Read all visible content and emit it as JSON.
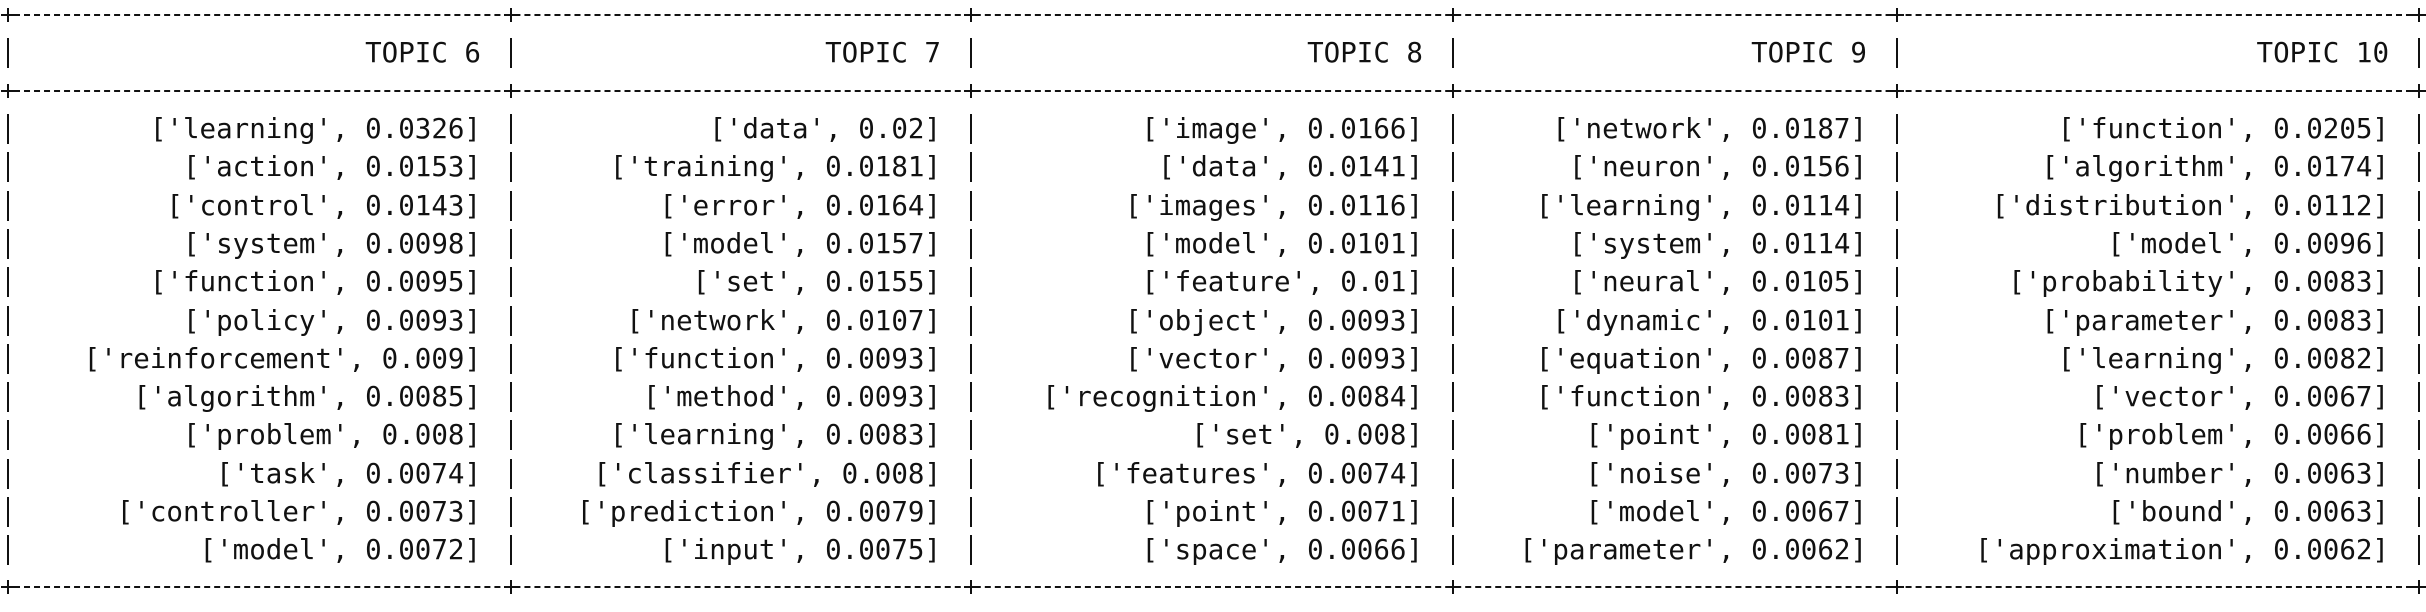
{
  "table": {
    "headers": [
      "TOPIC 6",
      "TOPIC 7",
      "TOPIC 8",
      "TOPIC 9",
      "TOPIC 10"
    ],
    "rows": [
      [
        "['learning', 0.0326]",
        "['data', 0.02]",
        "['image', 0.0166]",
        "['network', 0.0187]",
        "['function', 0.0205]"
      ],
      [
        "['action', 0.0153]",
        "['training', 0.0181]",
        "['data', 0.0141]",
        "['neuron', 0.0156]",
        "['algorithm', 0.0174]"
      ],
      [
        "['control', 0.0143]",
        "['error', 0.0164]",
        "['images', 0.0116]",
        "['learning', 0.0114]",
        "['distribution', 0.0112]"
      ],
      [
        "['system', 0.0098]",
        "['model', 0.0157]",
        "['model', 0.0101]",
        "['system', 0.0114]",
        "['model', 0.0096]"
      ],
      [
        "['function', 0.0095]",
        "['set', 0.0155]",
        "['feature', 0.01]",
        "['neural', 0.0105]",
        "['probability', 0.0083]"
      ],
      [
        "['policy', 0.0093]",
        "['network', 0.0107]",
        "['object', 0.0093]",
        "['dynamic', 0.0101]",
        "['parameter', 0.0083]"
      ],
      [
        "['reinforcement', 0.009]",
        "['function', 0.0093]",
        "['vector', 0.0093]",
        "['equation', 0.0087]",
        "['learning', 0.0082]"
      ],
      [
        "['algorithm', 0.0085]",
        "['method', 0.0093]",
        "['recognition', 0.0084]",
        "['function', 0.0083]",
        "['vector', 0.0067]"
      ],
      [
        "['problem', 0.008]",
        "['learning', 0.0083]",
        "['set', 0.008]",
        "['point', 0.0081]",
        "['problem', 0.0066]"
      ],
      [
        "['task', 0.0074]",
        "['classifier', 0.008]",
        "['features', 0.0074]",
        "['noise', 0.0073]",
        "['number', 0.0063]"
      ],
      [
        "['controller', 0.0073]",
        "['prediction', 0.0079]",
        "['point', 0.0071]",
        "['model', 0.0067]",
        "['bound', 0.0063]"
      ],
      [
        "['model', 0.0072]",
        "['input', 0.0075]",
        "['space', 0.0066]",
        "['parameter', 0.0062]",
        "['approximation', 0.0062]"
      ]
    ]
  }
}
